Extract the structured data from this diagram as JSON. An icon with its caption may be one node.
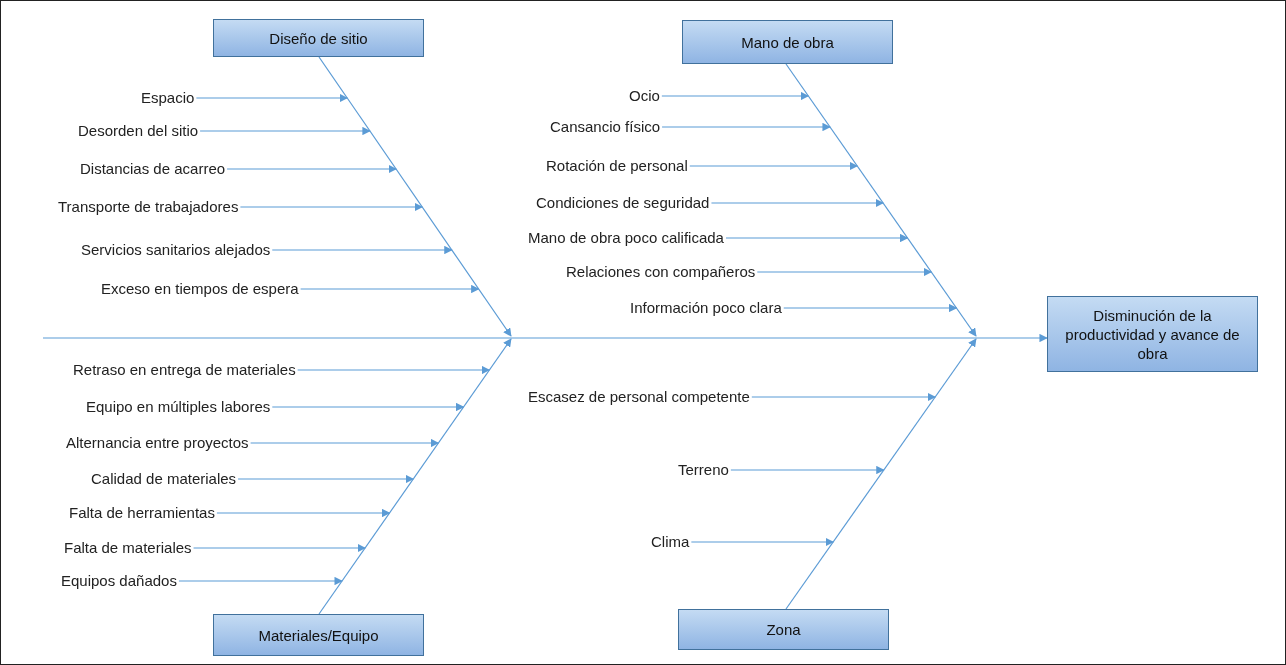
{
  "diagram": {
    "nodes": [
      {
        "text": [
          "Diseño de sitio"
        ]
      },
      {
        "text": [
          "Espacio"
        ]
      },
      {
        "text": [
          "Desorden del sitio"
        ]
      },
      {
        "text": [
          "Distancias de acarreo"
        ]
      },
      {
        "text": [
          "Transporte de trabajadores"
        ]
      },
      {
        "text": [
          "Servicios sanitarios alejados"
        ]
      },
      {
        "text": [
          "Exceso en tiempos de espera"
        ]
      },
      {
        "text": [
          "Mano de obra"
        ]
      },
      {
        "text": [
          "Ocio"
        ]
      },
      {
        "text": [
          "Cansancio físico"
        ]
      },
      {
        "text": [
          "Rotación de personal"
        ]
      },
      {
        "text": [
          "Condiciones de seguridad"
        ]
      },
      {
        "text": [
          "Mano de obra poco calificada"
        ]
      },
      {
        "text": [
          "Relaciones con compañeros"
        ]
      },
      {
        "text": [
          "Información poco clara"
        ]
      },
      {
        "text": [
          "Disminución de la productividad y avance de obra"
        ]
      },
      {
        "text": [
          "Retraso en entrega de materiales"
        ]
      },
      {
        "text": [
          "Equipo en múltiples labores"
        ]
      },
      {
        "text": [
          "Alternancia entre proyectos"
        ]
      },
      {
        "text": [
          "Calidad de materiales"
        ]
      },
      {
        "text": [
          "Falta de herramientas"
        ]
      },
      {
        "text": [
          "Falta de materiales"
        ]
      },
      {
        "text": [
          "Equipos dañados"
        ]
      },
      {
        "text": [
          "Materiales/Equipo"
        ]
      },
      {
        "text": [
          "Escasez de personal competente"
        ]
      },
      {
        "text": [
          "Terreno"
        ]
      },
      {
        "text": [
          "Clima"
        ]
      },
      {
        "text": [
          "Zona"
        ]
      }
    ],
    "edges": [
      {
        "from": 1,
        "to": null,
        "arrow": "to"
      },
      {
        "from": 2,
        "to": null,
        "arrow": "to"
      },
      {
        "from": 3,
        "to": null,
        "arrow": "to"
      },
      {
        "from": 4,
        "to": null,
        "arrow": "to"
      },
      {
        "from": 5,
        "to": null,
        "arrow": "to"
      },
      {
        "from": 6,
        "to": null,
        "arrow": "to"
      },
      {
        "from": 0,
        "to": null,
        "arrow": "to"
      },
      {
        "from": 8,
        "to": null,
        "arrow": "to"
      },
      {
        "from": 9,
        "to": null,
        "arrow": "to"
      },
      {
        "from": 10,
        "to": null,
        "arrow": "to"
      },
      {
        "from": 11,
        "to": null,
        "arrow": "to"
      },
      {
        "from": 12,
        "to": null,
        "arrow": "to"
      },
      {
        "from": 13,
        "to": null,
        "arrow": "to"
      },
      {
        "from": 14,
        "to": null,
        "arrow": "to"
      },
      {
        "from": 7,
        "to": null,
        "arrow": "to"
      },
      {
        "from": null,
        "to": 15,
        "arrow": "to"
      },
      {
        "from": 16,
        "to": null,
        "arrow": "to"
      },
      {
        "from": 17,
        "to": null,
        "arrow": "to"
      },
      {
        "from": 18,
        "to": null,
        "arrow": "to"
      },
      {
        "from": 19,
        "to": null,
        "arrow": "to"
      },
      {
        "from": 20,
        "to": null,
        "arrow": "to"
      },
      {
        "from": 21,
        "to": null,
        "arrow": "to"
      },
      {
        "from": 22,
        "to": null,
        "arrow": "to"
      },
      {
        "from": 23,
        "to": null,
        "arrow": "to"
      },
      {
        "from": 24,
        "to": null,
        "arrow": "to"
      },
      {
        "from": 25,
        "to": null,
        "arrow": "to"
      },
      {
        "from": 26,
        "to": null,
        "arrow": "to"
      },
      {
        "from": 27,
        "to": null,
        "arrow": "to"
      }
    ]
  }
}
